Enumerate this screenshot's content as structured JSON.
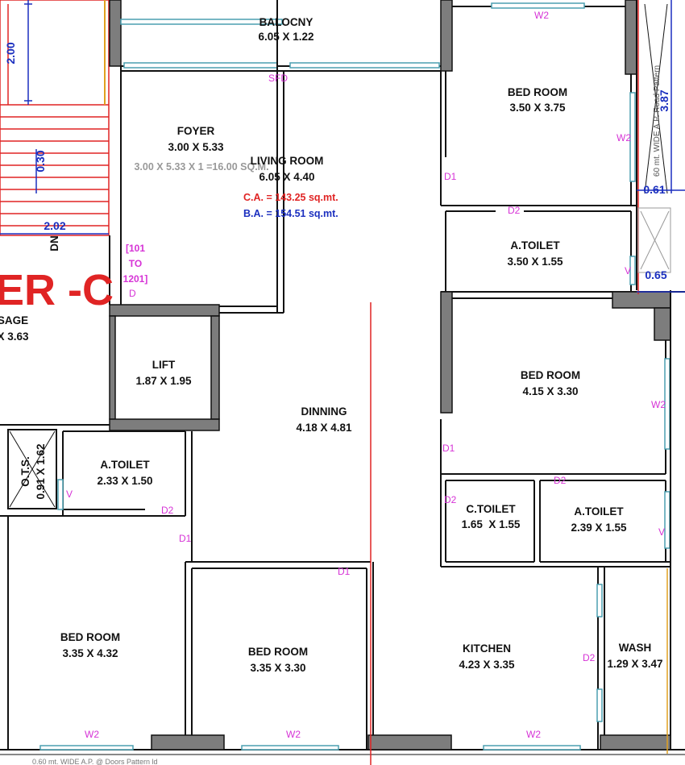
{
  "tower_label": "ER -C",
  "rooms": {
    "balcony": {
      "name": "BALOCNY",
      "size": "6.05 X 1.22"
    },
    "foyer": {
      "name": "FOYER",
      "size": "3.00 X 5.33"
    },
    "living": {
      "name": "LIVING ROOM",
      "size": "6.05 X 4.40"
    },
    "bed_top_right": {
      "name": "BED ROOM",
      "size": "3.50 X 3.75"
    },
    "atoilet_top_right": {
      "name": "A.TOILET",
      "size": "3.50 X 1.55"
    },
    "bed_mid_right": {
      "name": "BED ROOM",
      "size": "4.15 X 3.30"
    },
    "lift": {
      "name": "LIFT",
      "size": "1.87 X 1.95"
    },
    "dinning": {
      "name": "DINNING",
      "size": "4.18 X 4.81"
    },
    "ots": {
      "name": "O.T.S.",
      "size": "0.91 X 1.62"
    },
    "atoilet_left": {
      "name": "A.TOILET",
      "size": "2.33 X 1.50"
    },
    "ctoilet": {
      "name": "C.TOILET",
      "size": "1.65  X 1.55"
    },
    "atoilet_right": {
      "name": "A.TOILET",
      "size": "2.39 X 1.55"
    },
    "bed_bottom_left": {
      "name": "BED ROOM",
      "size": "3.35 X 4.32"
    },
    "bed_bottom_mid": {
      "name": "BED ROOM",
      "size": "3.35 X 3.30"
    },
    "kitchen": {
      "name": "KITCHEN",
      "size": "4.23 X 3.35"
    },
    "wash": {
      "name": "WASH",
      "size": "1.29 X 3.47"
    },
    "passage": {
      "name": "SAGE",
      "size": "X 3.63"
    }
  },
  "area_calc": "3.00 X 5.33 X 1 =16.00 SQ.M.",
  "ca": "C.A. = 143.25 sq.mt.",
  "ba": "B.A. = 154.51 sq.mt.",
  "floors": [
    "[101",
    "TO",
    "1201]"
  ],
  "dims": {
    "stair_2_00": "2.00",
    "stair_0_30": "0.30",
    "stair_2_02": "2.02",
    "r_3_87": "3.87",
    "r_0_61": "0.61",
    "r_0_65": "0.65"
  },
  "stair_dn": "DN",
  "vertical_note": "60 mt. WIDE A.P. Road Pattern",
  "bottom_note": "0.60 mt. WIDE A.P. @ Doors Pattern ld",
  "marks": {
    "w2": "W2",
    "d1": "D1",
    "d2": "D2",
    "d": "D",
    "v": "V",
    "sfd": "SFD"
  },
  "colors": {
    "wall": "#7d7d7d",
    "red": "#e02424",
    "blue": "#1b2fbf",
    "magenta": "#d633d6",
    "window": "#4b9fb0"
  }
}
